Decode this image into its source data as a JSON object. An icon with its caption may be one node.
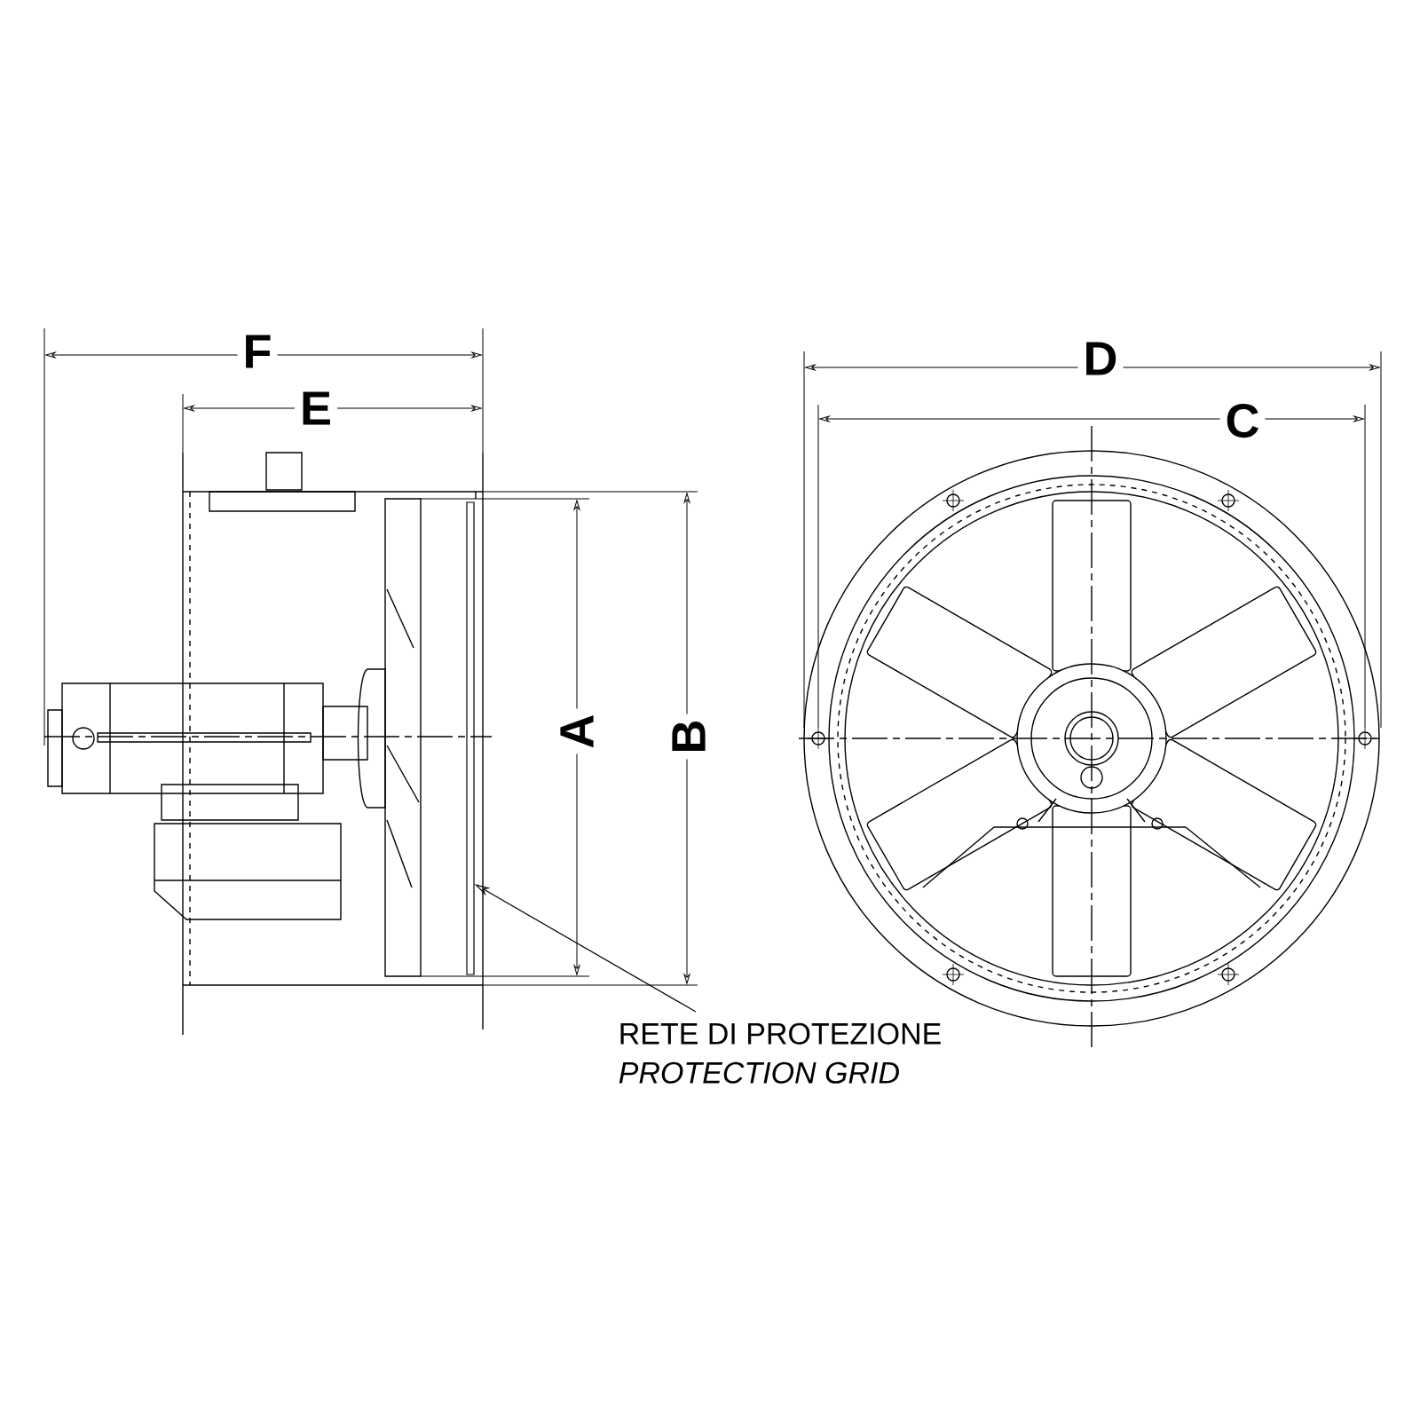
{
  "diagram": {
    "nodes": [
      {
        "text": [
          "RETE DI PROTEZIONE",
          "PROTECTION GRID"
        ]
      },
      {
        "text": [],
        "shape": "box"
      }
    ],
    "edges": [
      {
        "from": 0,
        "to": 1,
        "arrow": "to"
      }
    ],
    "labels": [
      "F",
      "D",
      "E",
      "C",
      "A",
      "B"
    ]
  }
}
